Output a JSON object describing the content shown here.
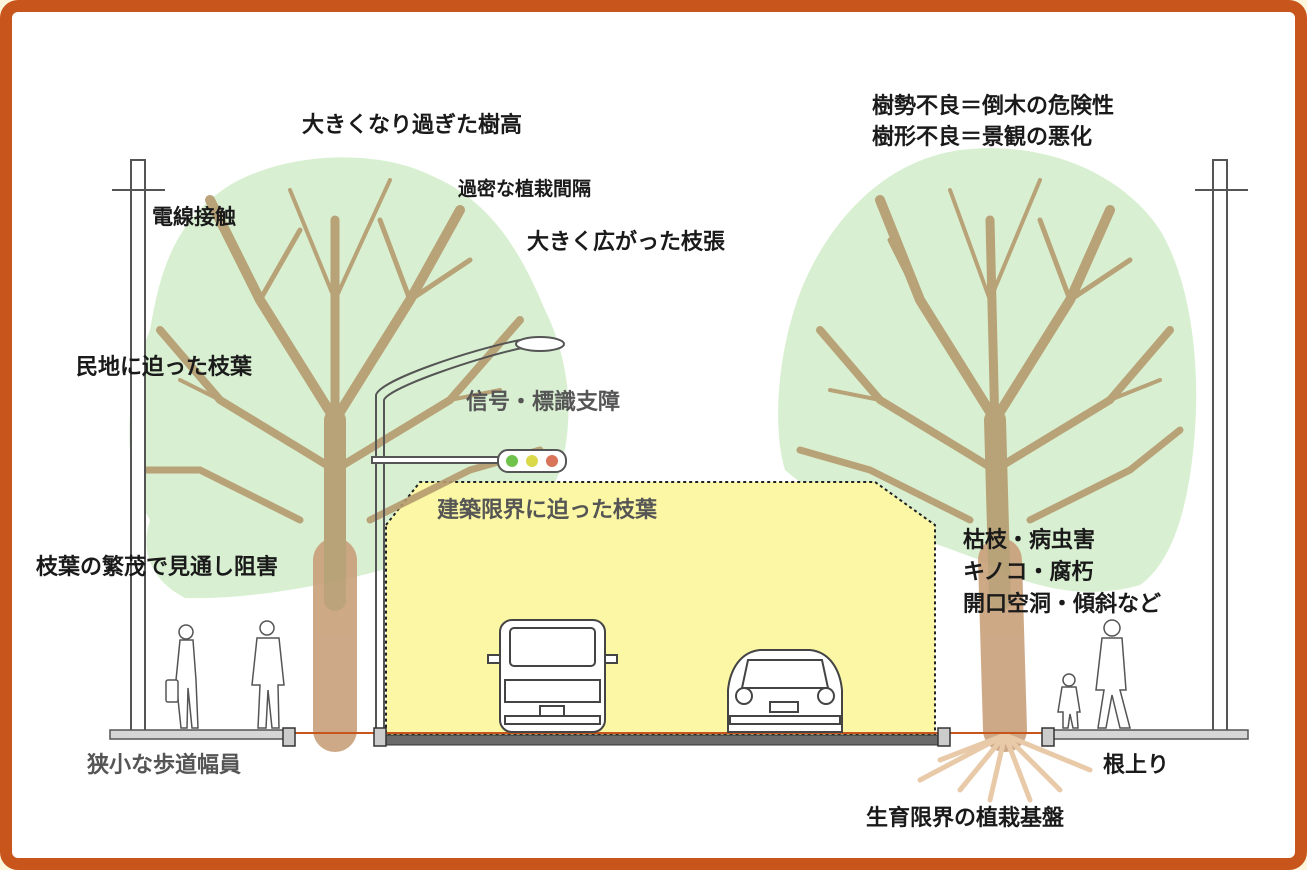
{
  "colors": {
    "frame": "#c8561c",
    "background": "#fdf6dc",
    "canopy": "#d6efcf",
    "trunk": "#b59a6e",
    "trunk_base": "#c9a07a",
    "clearance_zone": "#fbf7a4",
    "road": "#666666",
    "sidewalk": "#cfcfcf"
  },
  "labels": {
    "tree_height": "大きくなり過ぎた樹高",
    "dense_planting": "過密な植栽間隔",
    "wide_branches": "大きく広がった枝張",
    "power_line": "電線接触",
    "private_land": "民地に迫った枝葉",
    "signal_sign": "信号・標識支障",
    "building_limit": "建築限界に迫った枝葉",
    "visibility": "枝葉の繁茂で見通し阻害",
    "narrow_sidewalk": "狭小な歩道幅員",
    "vigor_line1": "樹勢不良＝倒木の危険性",
    "vigor_line2": "樹形不良＝景観の悪化",
    "defects_line1": "枯枝・病虫害",
    "defects_line2": "キノコ・腐朽",
    "defects_line3": "開口空洞・傾斜など",
    "root_lift": "根上り",
    "planting_base": "生育限界の植栽基盤"
  }
}
